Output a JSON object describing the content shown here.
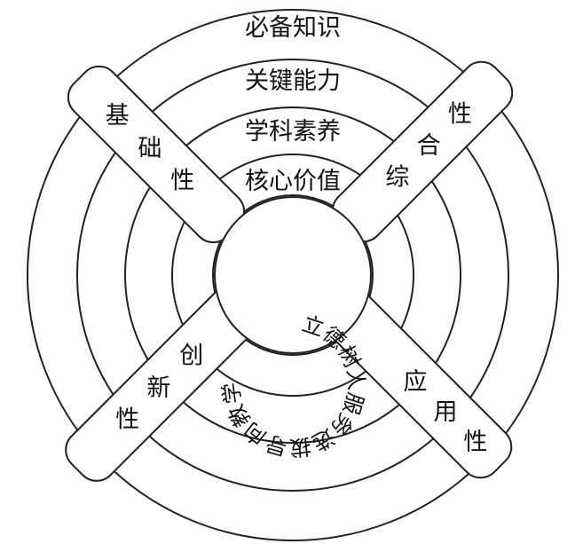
{
  "rings": [
    {
      "label": "必备知识"
    },
    {
      "label": "关键能力"
    },
    {
      "label": "学科素养"
    },
    {
      "label": "核心价值"
    }
  ],
  "bands": [
    {
      "label": "基础性",
      "chars": [
        "基",
        "础",
        "性"
      ]
    },
    {
      "label": "综合性",
      "chars": [
        "综",
        "合",
        "性"
      ]
    },
    {
      "label": "创新性",
      "chars": [
        "创",
        "新",
        "性"
      ]
    },
    {
      "label": "应用性",
      "chars": [
        "应",
        "用",
        "性"
      ]
    }
  ],
  "center_text": "立德树人服务选拔导向教学"
}
